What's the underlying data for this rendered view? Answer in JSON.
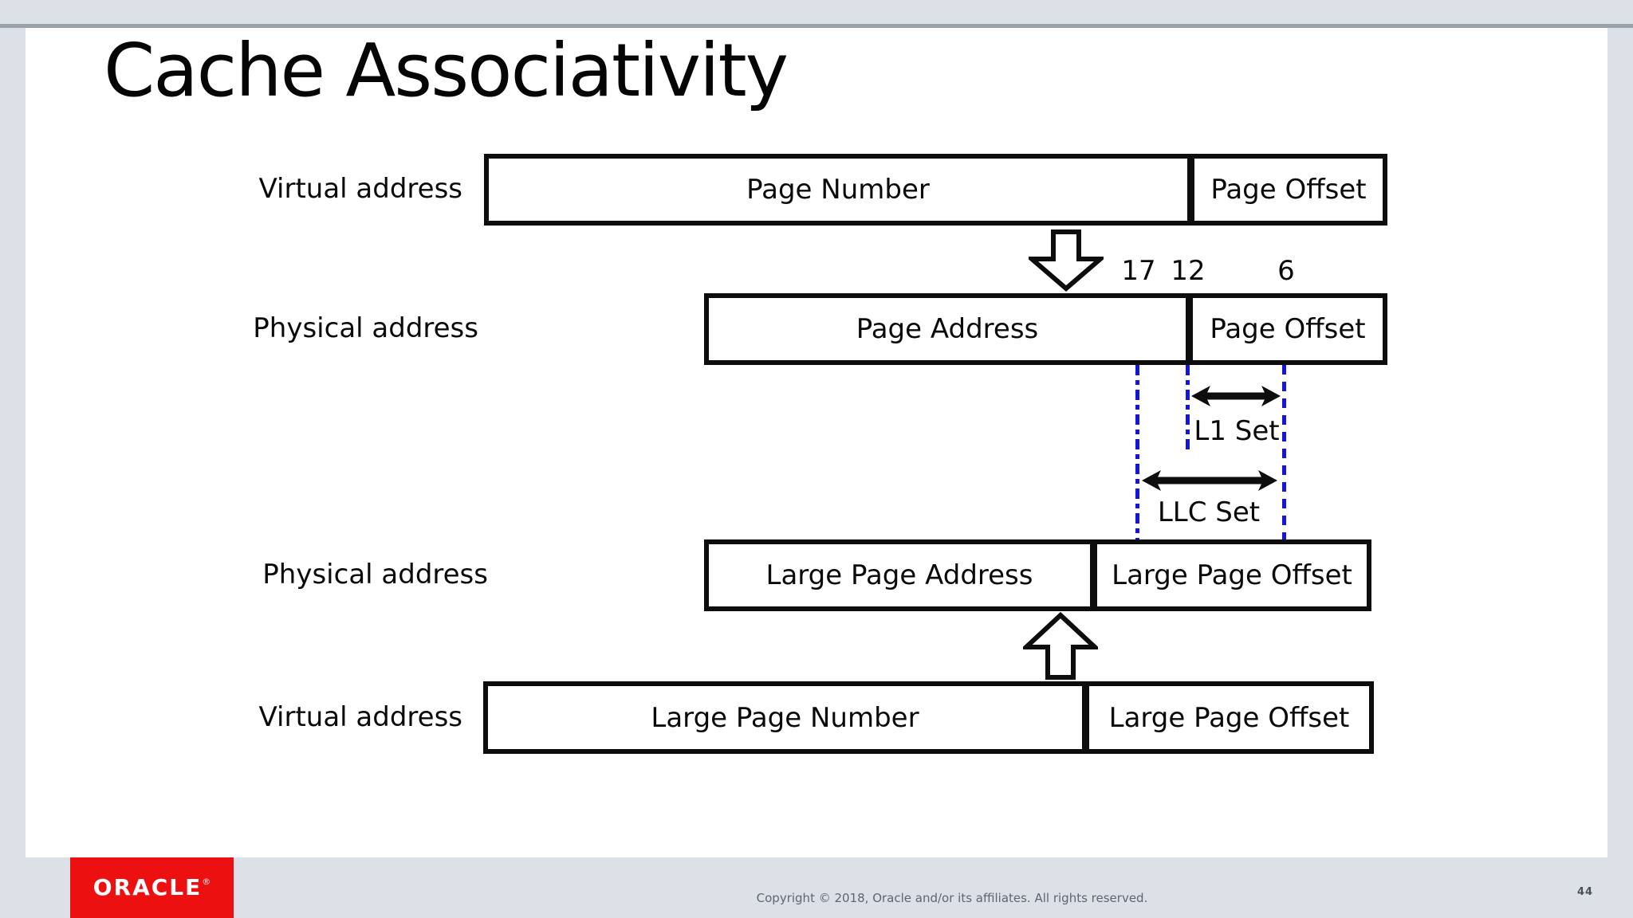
{
  "slide": {
    "title": "Cache Associativity",
    "rows": [
      {
        "label": "Virtual address",
        "cells": [
          "Page Number",
          "Page Offset"
        ]
      },
      {
        "label": "Physical address",
        "cells": [
          "Page Address",
          "Page Offset"
        ]
      },
      {
        "label": "Physical address",
        "cells": [
          "Large Page Address",
          "Large Page Offset"
        ]
      },
      {
        "label": "Virtual address",
        "cells": [
          "Large Page Number",
          "Large Page Offset"
        ]
      }
    ],
    "bit_numbers": {
      "high": "17",
      "mid": "12",
      "low": "6"
    },
    "set_labels": {
      "l1": "L1 Set",
      "llc": "LLC Set"
    },
    "icons": {
      "down_arrow": "hollow-down-arrow",
      "up_arrow": "hollow-up-arrow",
      "l1_span": "double-headed-arrow",
      "llc_span": "double-headed-arrow"
    },
    "colors": {
      "boundary_blue": "#1414dd",
      "box_border": "#0d0d0d",
      "oracle_red": "#ec1010"
    }
  },
  "footer": {
    "logo_text": "ORACLE",
    "logo_reg": "®",
    "copyright": "Copyright © 2018, Oracle and/or its affiliates. All rights reserved.",
    "page_number": "44"
  }
}
